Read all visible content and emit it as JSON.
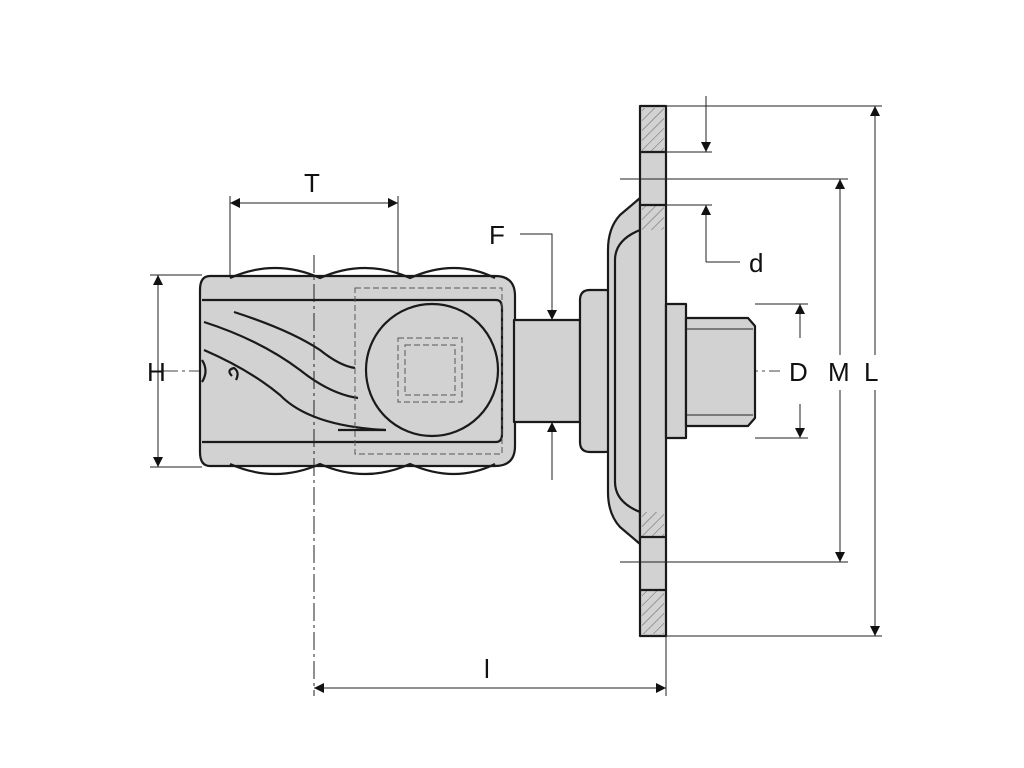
{
  "diagram": {
    "dimension_labels": {
      "T": "T",
      "F": "F",
      "H": "H",
      "d": "d",
      "D": "D",
      "M": "M",
      "L": "L",
      "l": "l"
    }
  }
}
